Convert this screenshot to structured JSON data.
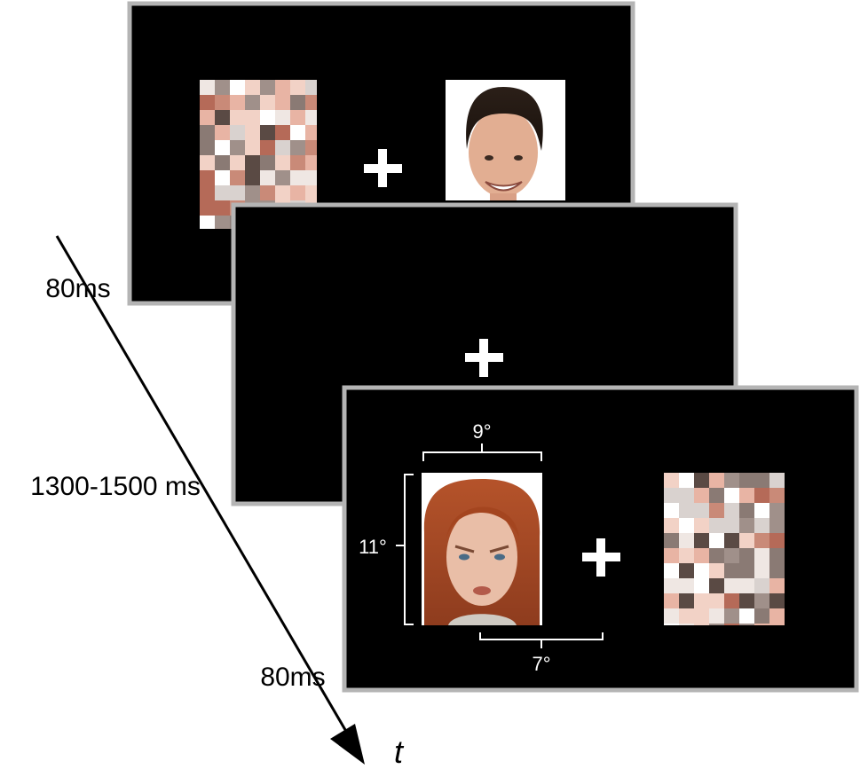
{
  "timeline": {
    "t1": "80ms",
    "t2": "1300-1500 ms",
    "t3": "80ms",
    "axis_symbol": "t"
  },
  "frames": [
    {
      "name": "first-display",
      "left_item": "scrambled-image",
      "right_item": "happy-face"
    },
    {
      "name": "fixation-display"
    },
    {
      "name": "second-display",
      "left_item": "angry-face",
      "right_item": "scrambled-image"
    }
  ],
  "dimensions": {
    "width": "9°",
    "height": "11°",
    "eccentricity": "7°"
  },
  "colors": {
    "frame_fill": "#000000",
    "frame_border": "#b4b4b4",
    "fixation": "#ffffff"
  }
}
